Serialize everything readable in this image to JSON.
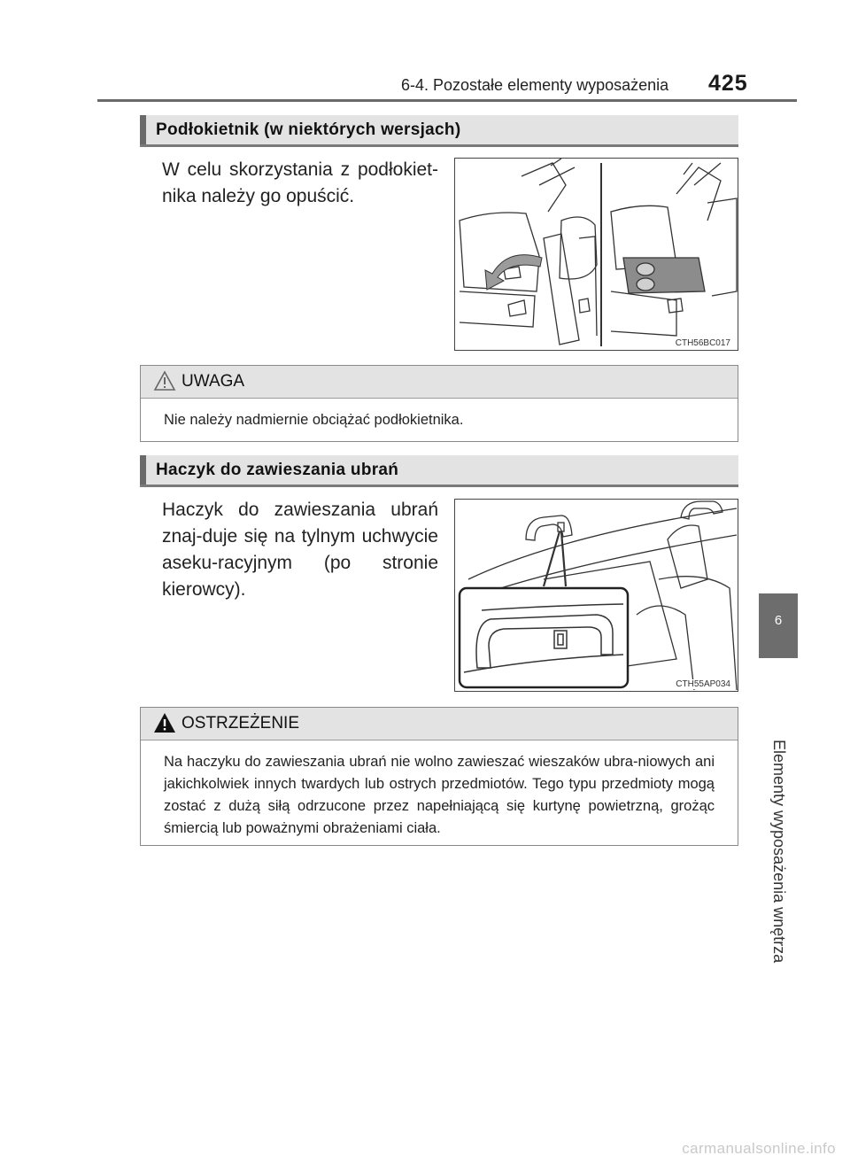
{
  "header": {
    "section": "6-4. Pozostałe elementy wyposażenia",
    "page_number": "425"
  },
  "section1": {
    "title": "Podłokietnik (w niektórych wersjach)",
    "text": "W celu skorzystania z podłokiet-nika należy go opuścić.",
    "figure_code": "CTH56BC017"
  },
  "notice": {
    "label": "UWAGA",
    "text": "Nie należy nadmiernie obciążać podłokietnika."
  },
  "section2": {
    "title": "Haczyk do zawieszania ubrań",
    "text": "Haczyk do zawieszania ubrań znaj-duje się na tylnym uchwycie aseku-racyjnym (po stronie kierowcy).",
    "figure_code": "CTH55AP034"
  },
  "warning": {
    "label": "OSTRZEŻENIE",
    "text": "Na haczyku do zawieszania ubrań nie wolno zawieszać wieszaków ubra-niowych ani jakichkolwiek innych twardych lub ostrych przedmiotów. Tego typu przedmioty mogą zostać z dużą siłą odrzucone przez napełniającą się kurtynę powietrzną, grożąc śmiercią lub poważnymi obrażeniami ciała."
  },
  "side_tab": {
    "chapter_number": "6",
    "chapter_title": "Elementy wyposażenia wnętrza"
  },
  "watermark": "carmanualsonline.info"
}
